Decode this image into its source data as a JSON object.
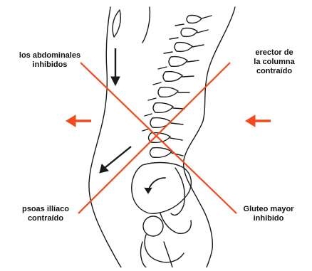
{
  "labels": {
    "abdominales": [
      "los abdominales",
      "inhibidos"
    ],
    "erector": [
      "erector de",
      "la columna",
      "contraído"
    ],
    "psoas": [
      "psoas illíaco",
      "contraído"
    ],
    "gluteo": [
      "Gluteo mayor",
      "inhibido"
    ]
  },
  "colors": {
    "accent": "#f04a1e",
    "line": "#1a1a1a",
    "background": "#ffffff"
  },
  "icons": [
    "left-arrow-icon",
    "down-arrow-icon",
    "diagonal-arrow-icon",
    "curved-arrow-icon"
  ]
}
